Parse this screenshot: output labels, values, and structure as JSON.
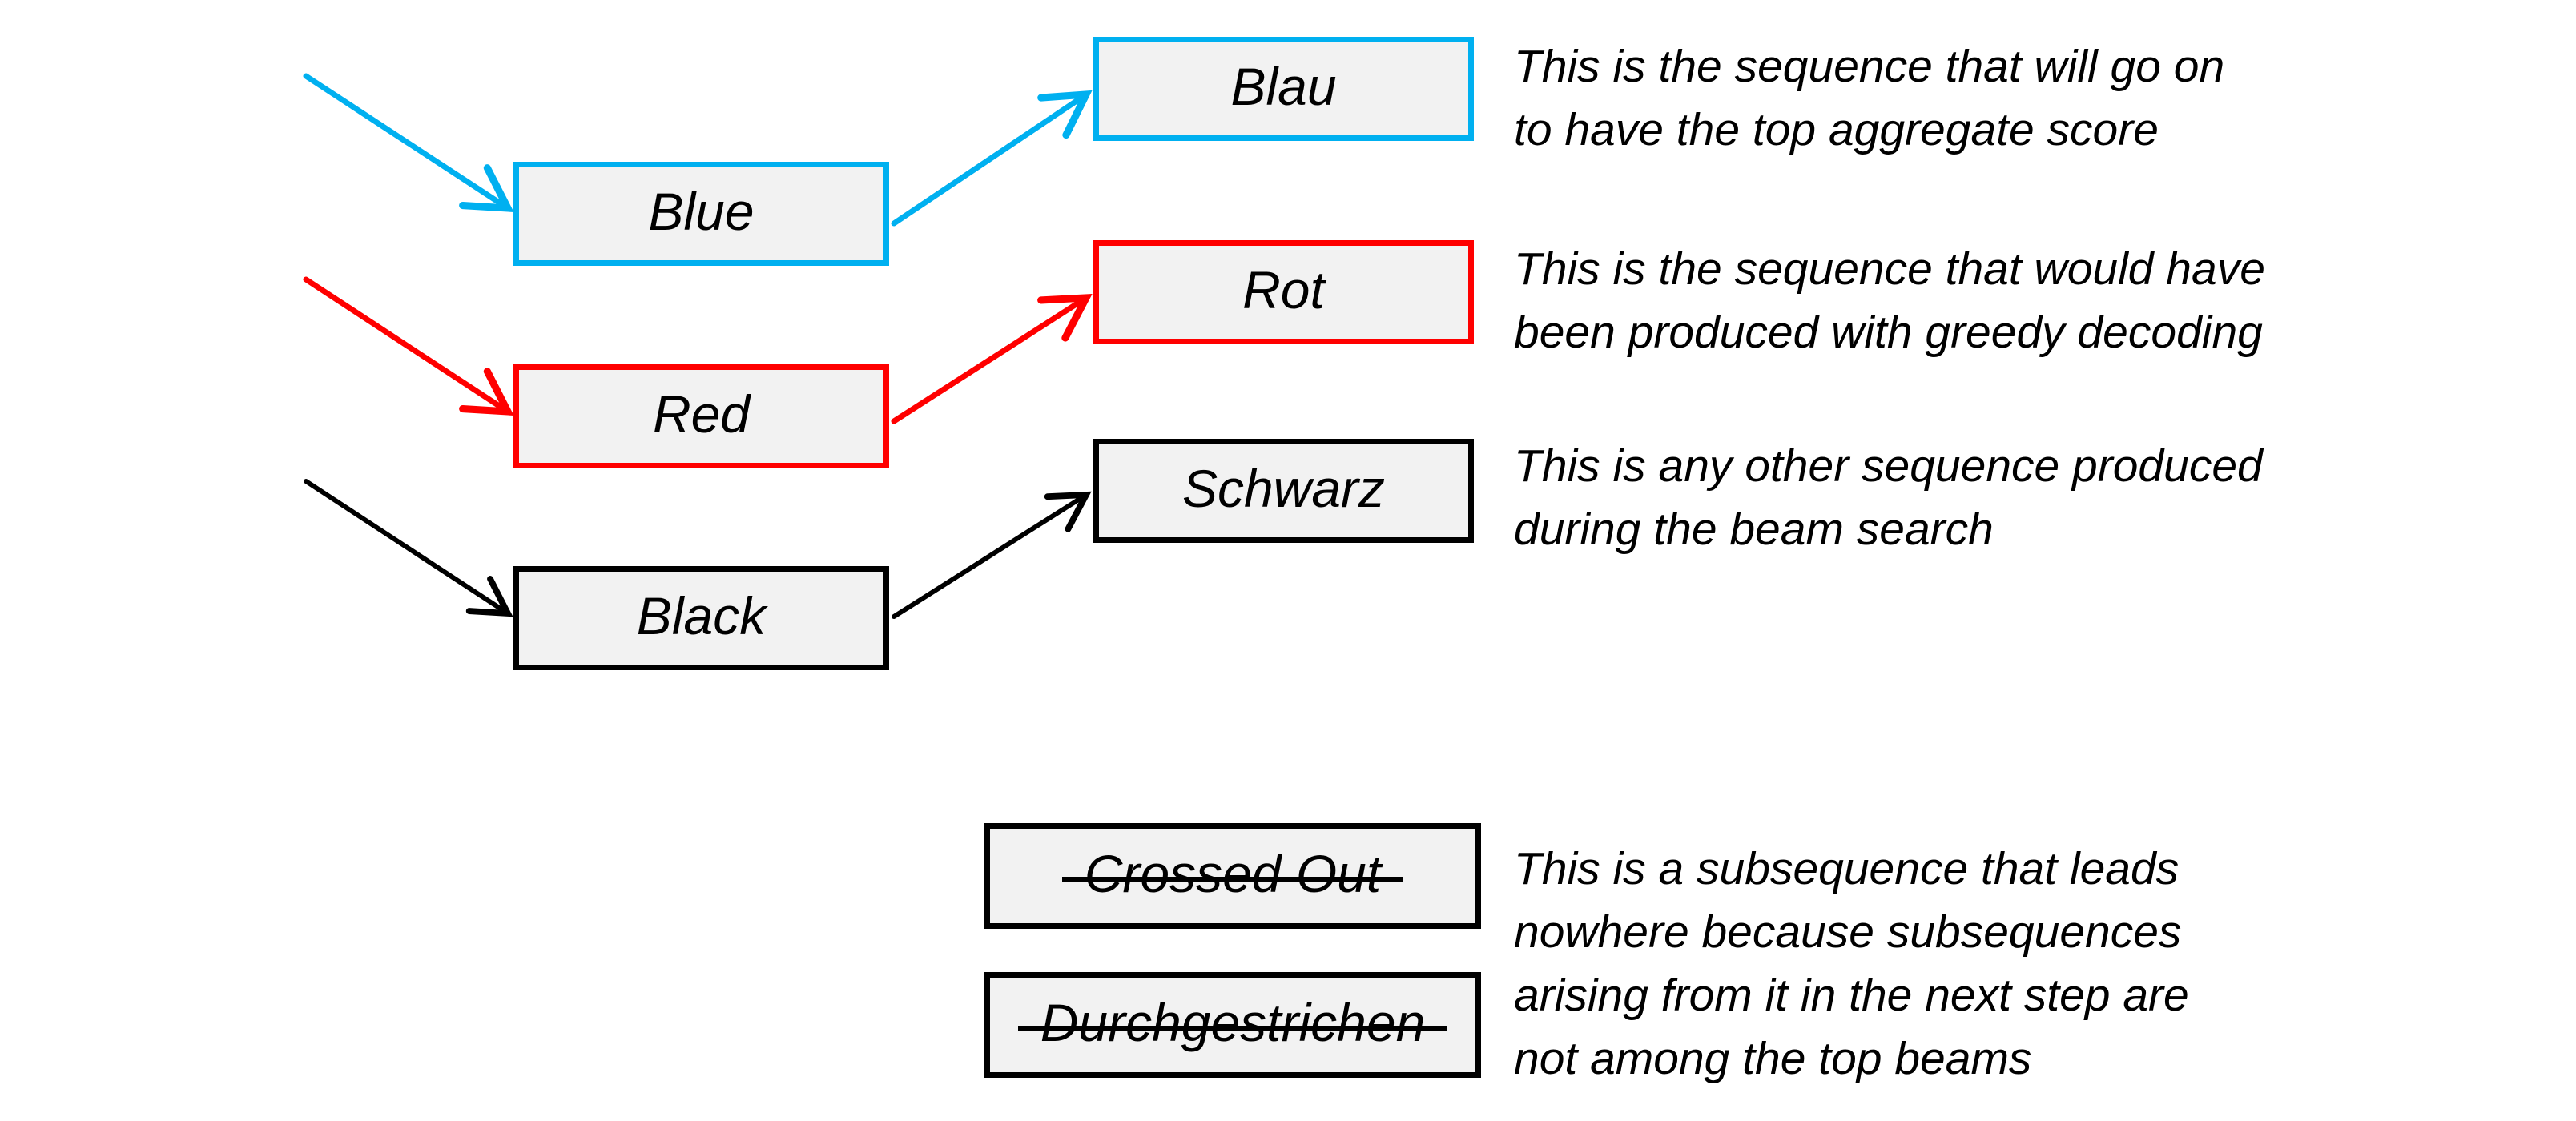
{
  "colors": {
    "blue": "#00B0F0",
    "red": "#FF0000",
    "black": "#000000",
    "fill": "#F2F2F2"
  },
  "nodes": {
    "blue": {
      "label": "Blue"
    },
    "red": {
      "label": "Red"
    },
    "black": {
      "label": "Black"
    },
    "blau": {
      "label": "Blau"
    },
    "rot": {
      "label": "Rot"
    },
    "schwarz": {
      "label": "Schwarz"
    },
    "crossed_out": {
      "label": "Crossed Out"
    },
    "durchgestrichen": {
      "label": "Durchgestrichen"
    }
  },
  "annotations": [
    {
      "lines": [
        "This is the sequence that will go on",
        "to have the top aggregate score"
      ]
    },
    {
      "lines": [
        "This is the sequence that would have",
        "been produced with greedy decoding"
      ]
    },
    {
      "lines": [
        "This is any other sequence produced",
        "during the beam search"
      ]
    },
    {
      "lines": [
        "This is a subsequence that leads",
        "nowhere because subsequences",
        "arising from it in the next step are",
        "not among the top beams"
      ]
    }
  ]
}
